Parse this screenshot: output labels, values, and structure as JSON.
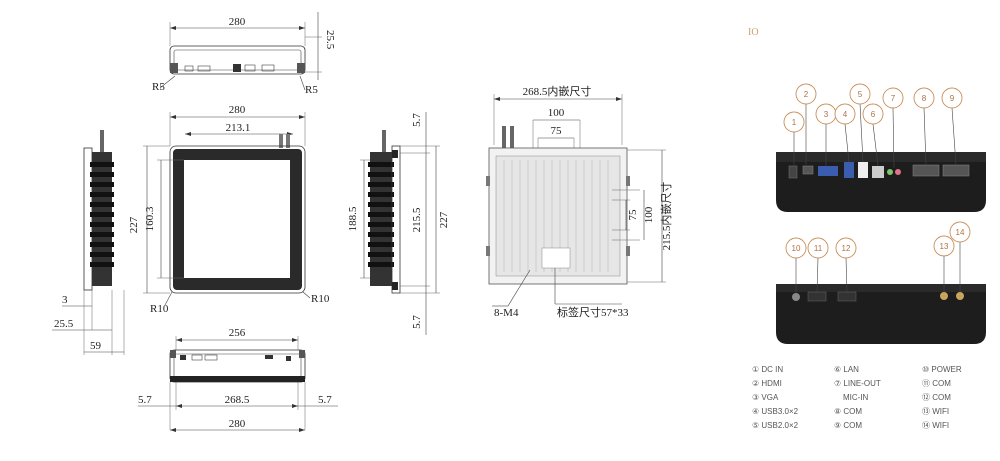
{
  "dims": {
    "top_width": "280",
    "top_depth": "25.5",
    "r5_left": "R5",
    "r5_right": "R5",
    "front_width": "280",
    "front_inner": "213.1",
    "front_height": "227",
    "front_inner_h": "160.3",
    "r10_left": "R10",
    "r10_right": "R10",
    "side_3": "3",
    "side_25_5": "25.5",
    "side_59": "59",
    "right_188_5": "188.5",
    "right_215_5": "215.5",
    "right_227": "227",
    "right_5_7_top": "5.7",
    "right_5_7_bot": "5.7",
    "bottom_256": "256",
    "bottom_268_5": "268.5",
    "bottom_280": "280",
    "bottom_5_7_l": "5.7",
    "bottom_5_7_r": "5.7",
    "back_268_5": "268.5内嵌尺寸",
    "back_100_h": "100",
    "back_75_h": "75",
    "back_75_v": "75",
    "back_100_v": "100",
    "back_215_5": "215.5内嵌尺寸",
    "back_m4": "8-M4",
    "back_label": "标签尺寸57*33"
  },
  "io": {
    "title": "IO",
    "top_callouts": [
      "1",
      "2",
      "3",
      "4",
      "5",
      "6",
      "7",
      "8",
      "9"
    ],
    "bottom_callouts": [
      "10",
      "11",
      "12",
      "13",
      "14"
    ],
    "legend_col1": [
      "① DC IN",
      "② HDMI",
      "③ VGA",
      "④ USB3.0×2",
      "⑤ USB2.0×2"
    ],
    "legend_col2": [
      "⑥ LAN",
      "⑦ LINE-OUT",
      "MIC-IN",
      "⑧ COM",
      "⑨ COM"
    ],
    "legend_col3": [
      "⑩ POWER",
      "⑪ COM",
      "⑫ COM",
      "⑬ WIFI",
      "⑭ WIFI"
    ]
  }
}
